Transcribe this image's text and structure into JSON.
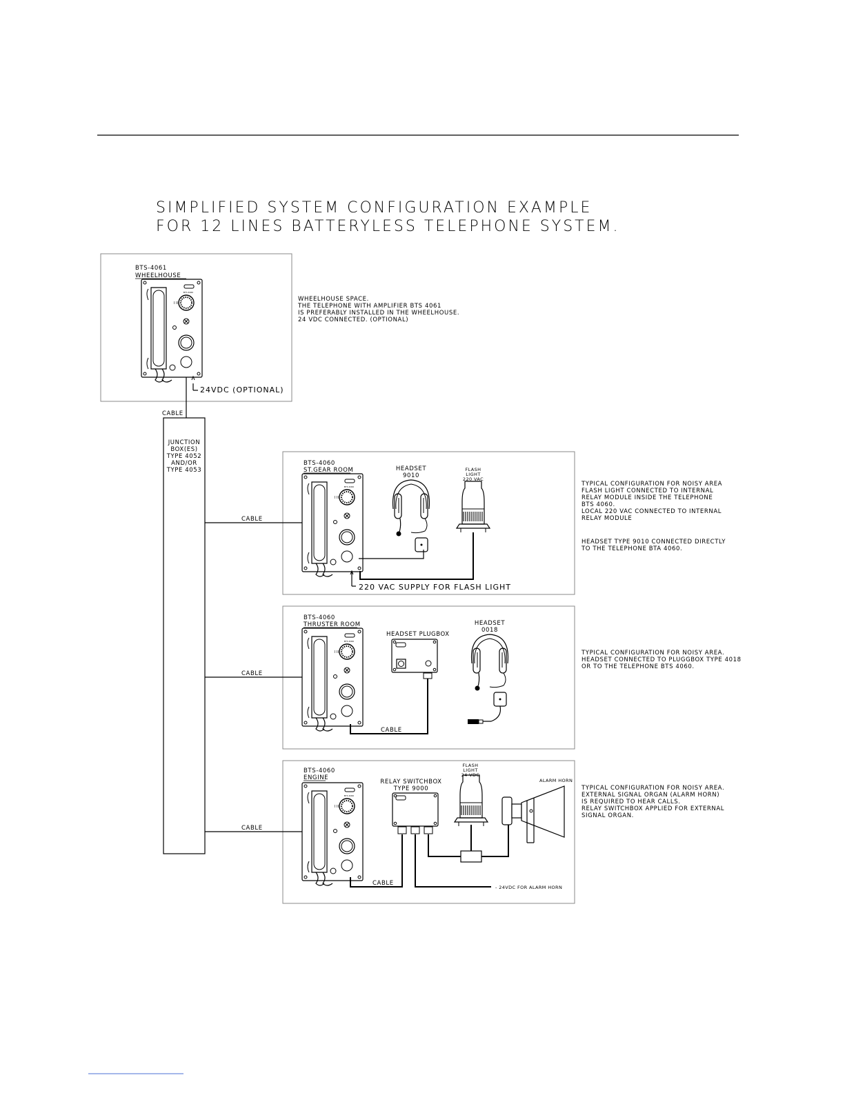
{
  "title": {
    "line1": "SIMPLIFIED  SYSTEM  CONFIGURATION  EXAMPLE",
    "line2": "FOR  12  LINES  BATTERYLESS  TELEPHONE  SYSTEM."
  },
  "wheelhouse": {
    "device": "BTS-4061",
    "location": "WHEELHOUSE",
    "supply": "24VDC (OPTIONAL)",
    "notes": [
      "WHEELHOUSE SPACE.",
      "THE TELEPHONE WITH AMPLIFIER BTS 4061",
      "IS PREFERABLY INSTALLED IN THE WHEELHOUSE.",
      "24 VDC CONNECTED. (OPTIONAL)"
    ]
  },
  "junction": {
    "lines": [
      "JUNCTION",
      "BOX(ES)",
      "TYPE 4052",
      "AND/OR",
      "TYPE 4053"
    ],
    "top_cable": "CABLE"
  },
  "steering": {
    "device": "BTS-4060",
    "location": "ST.GEAR ROOM",
    "cable": "CABLE",
    "headset_title": "HEADSET",
    "headset_type": "9010",
    "flash_l1": "FLASH",
    "flash_l2": "LIGHT",
    "flash_l3": "220 VAC",
    "supply": "220 VAC SUPPLY FOR FLASH LIGHT",
    "notes": [
      "TYPICAL CONFIGURATION FOR NOISY AREA",
      "FLASH LIGHT CONNECTED TO INTERNAL",
      "RELAY MODULE INSIDE THE TELEPHONE",
      "BTS 4060.",
      "LOCAL 220 VAC CONNECTED TO INTERNAL",
      "RELAY MODULE"
    ],
    "notes2": [
      "HEADSET TYPE 9010 CONNECTED DIRECTLY",
      "TO THE TELEPHONE BTA 4060."
    ]
  },
  "thruster": {
    "device": "BTS-4060",
    "location": "THRUSTER ROOM",
    "cable": "CABLE",
    "plugbox": "HEADSET PLUGBOX",
    "plug_cable": "CABLE",
    "headset_title": "HEADSET",
    "headset_type": "0018",
    "notes": [
      "TYPICAL CONFIGURATION FOR NOISY AREA.",
      "HEADSET CONNECTED TO PLUGGBOX TYPE 4018",
      "OR TO THE TELEPHONE BTS 4060."
    ]
  },
  "engine": {
    "device": "BTS-4060",
    "location": "ENGINE",
    "cable": "CABLE",
    "relay_l1": "RELAY SWITCHBOX",
    "relay_l2": "TYPE 9000",
    "relay_cable": "CABLE",
    "flash_l1": "FLASH",
    "flash_l2": "LIGHT",
    "flash_l3": "24 VDC",
    "horn": "ALARM HORN",
    "supply": "- 24VDC FOR ALARM HORN",
    "notes": [
      "TYPICAL CONFIGURATION FOR NOISY AREA.",
      "EXTERNAL SIGNAL ORGAN (ALARM HORN)",
      "IS REQUIRED TO HEAR CALLS.",
      "RELAY SWITCHBOX APPLIED FOR EXTERNAL",
      "SIGNAL ORGAN."
    ]
  }
}
